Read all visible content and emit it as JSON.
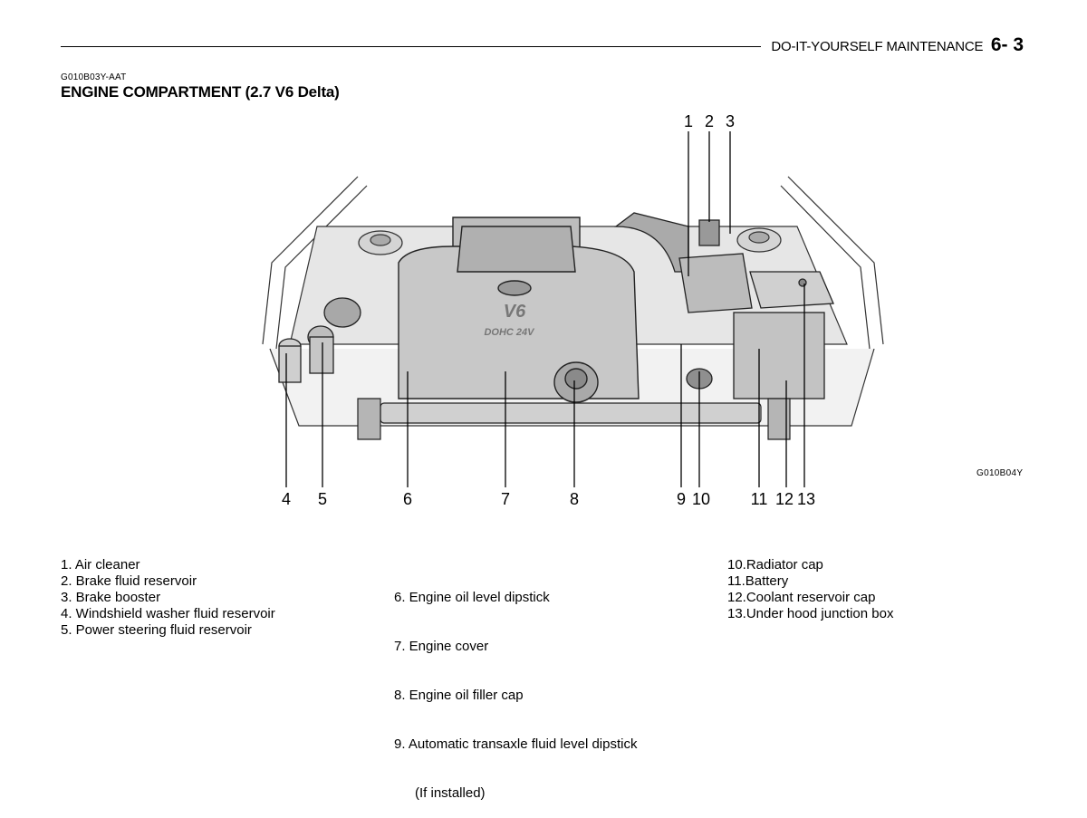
{
  "header": {
    "section": "DO-IT-YOURSELF MAINTENANCE",
    "page": "6- 3"
  },
  "doc_code": "G010B03Y-AAT",
  "title": "ENGINE COMPARTMENT (2.7 V6 Delta)",
  "figure": {
    "code": "G010B04Y",
    "cover_logo": "V6",
    "cover_text": "DOHC 24V",
    "callouts": [
      "1",
      "2",
      "3",
      "4",
      "5",
      "6",
      "7",
      "8",
      "9",
      "10",
      "11",
      "12",
      "13"
    ]
  },
  "legend": {
    "col1": [
      "1.  Air cleaner",
      "2.  Brake fluid reservoir",
      "3.  Brake  booster",
      "4.  Windshield washer fluid reservoir",
      "5.  Power  steering  fluid  reservoir"
    ],
    "col2": [
      "6.  Engine oil level dipstick",
      "7.  Engine cover",
      "8.  Engine oil filler cap",
      "9.  Automatic transaxle fluid level dipstick",
      "     (If installed)"
    ],
    "col3": [
      "10.Radiator cap",
      "11.Battery",
      "12.Coolant  reservoir cap",
      "13.Under hood junction box"
    ]
  }
}
